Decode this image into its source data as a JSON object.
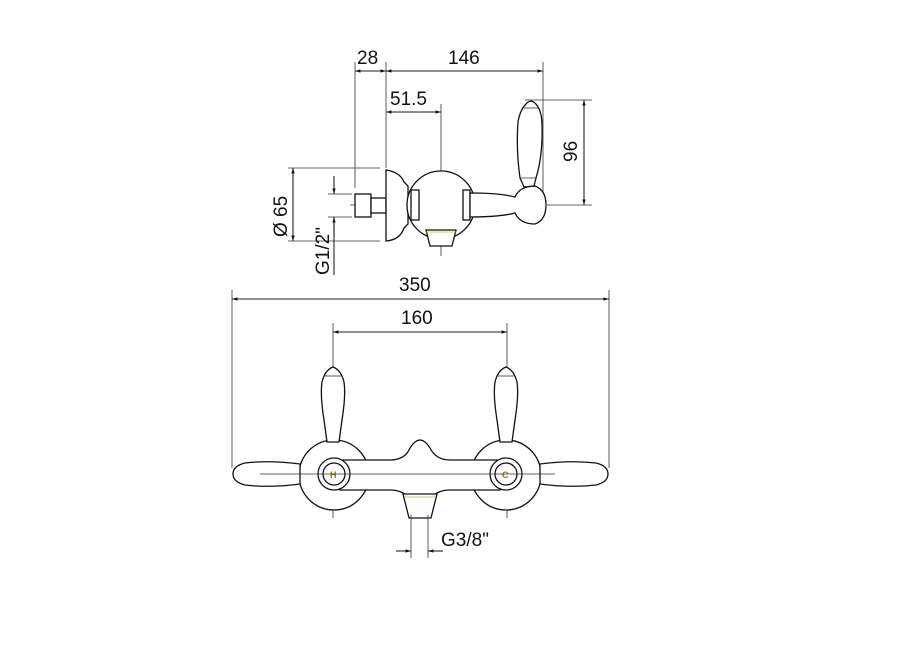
{
  "side_view": {
    "dimensions": {
      "pipe_depth": "28",
      "total_depth": "146",
      "center_offset": "51.5",
      "handle_height": "96",
      "rosette_diameter": "Ø 65",
      "inlet_thread": "G1/2\""
    }
  },
  "front_view": {
    "dimensions": {
      "total_width": "350",
      "center_distance": "160",
      "outlet_thread": "G3/8\""
    },
    "markings": {
      "hot": "H",
      "cold": "C"
    }
  }
}
